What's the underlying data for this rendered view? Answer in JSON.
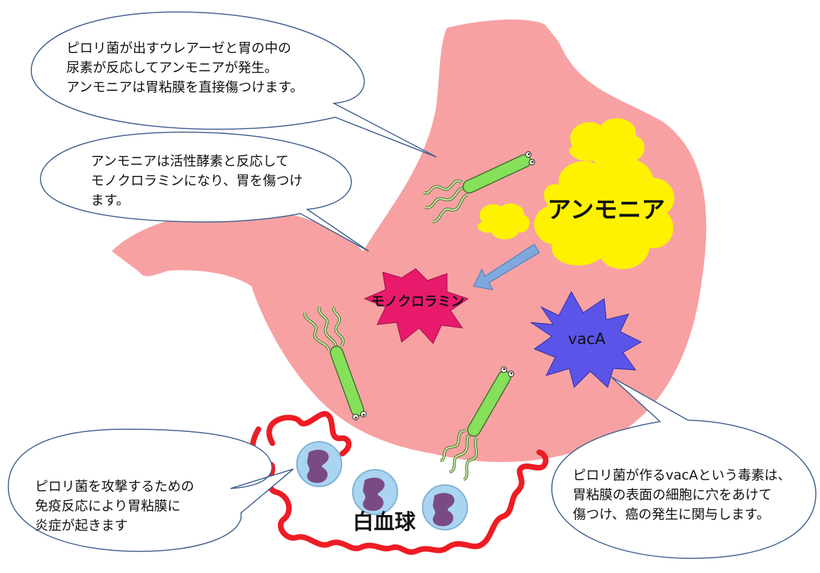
{
  "bubbles": {
    "urease": {
      "line1": "ピロリ菌が出すウレアーゼと胃の中の",
      "line2": "尿素が反応してアンモニアが発生。",
      "line3": "アンモニアは胃粘膜を直接傷つけます。"
    },
    "monochloramine": {
      "line1": "アンモニアは活性酵素と反応して",
      "line2": "モノクロラミンになり、胃を傷つけ",
      "line3": "ます。"
    },
    "immune": {
      "line1": "ピロリ菌を攻撃するための",
      "line2": "免疫反応により胃粘膜に",
      "line3": "炎症が起きます"
    },
    "vaca": {
      "line1": "ピロリ菌が作るvacAという毒素は、",
      "line2": "胃粘膜の表面の細胞に穴をあけて",
      "line3": "傷つけ、癌の発生に関与します。"
    }
  },
  "labels": {
    "ammonia": "アンモニア",
    "monochloramine": "モノクロラミン",
    "vaca": "vacA",
    "white_blood_cell": "白血球"
  },
  "colors": {
    "stomach": "#f7a1a3",
    "ammonia_cloud": "#fff200",
    "monochloramine_star": "#e81a6b",
    "vaca_star": "#5a55e8",
    "arrow": "#7fa9dc",
    "inflammation_line": "#ee1c24",
    "bacterium_body": "#86e05a",
    "bubble_stroke": "#3f5f8f",
    "wbc_cell": "#a9d4f2",
    "wbc_nucleus": "#7a4a86"
  }
}
